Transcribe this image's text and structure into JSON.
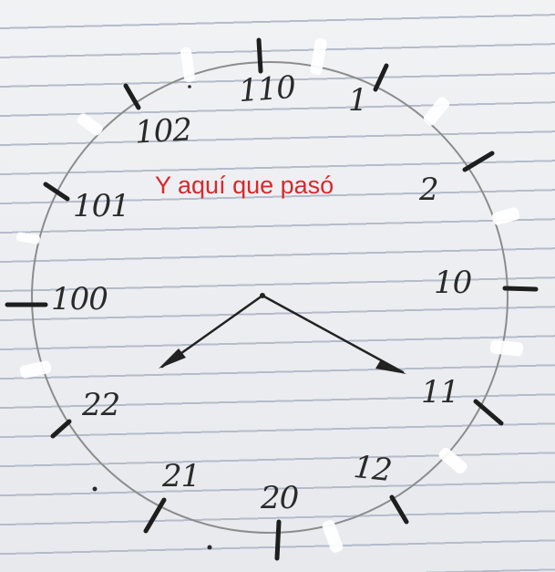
{
  "caption": "Y aquí que pasó",
  "numbers": {
    "n110": "110",
    "n1": "1",
    "n102": "102",
    "n101": "101",
    "n2": "2",
    "n100": "100",
    "n10": "10",
    "n22": "22",
    "n11": "11",
    "n21": "21",
    "n20": "20",
    "n12": "12"
  },
  "colors": {
    "ink": "#2a2a2a",
    "caption": "#d8282c",
    "clock_outline": "#8c8c8c",
    "paper_line": "#b4bccb"
  }
}
